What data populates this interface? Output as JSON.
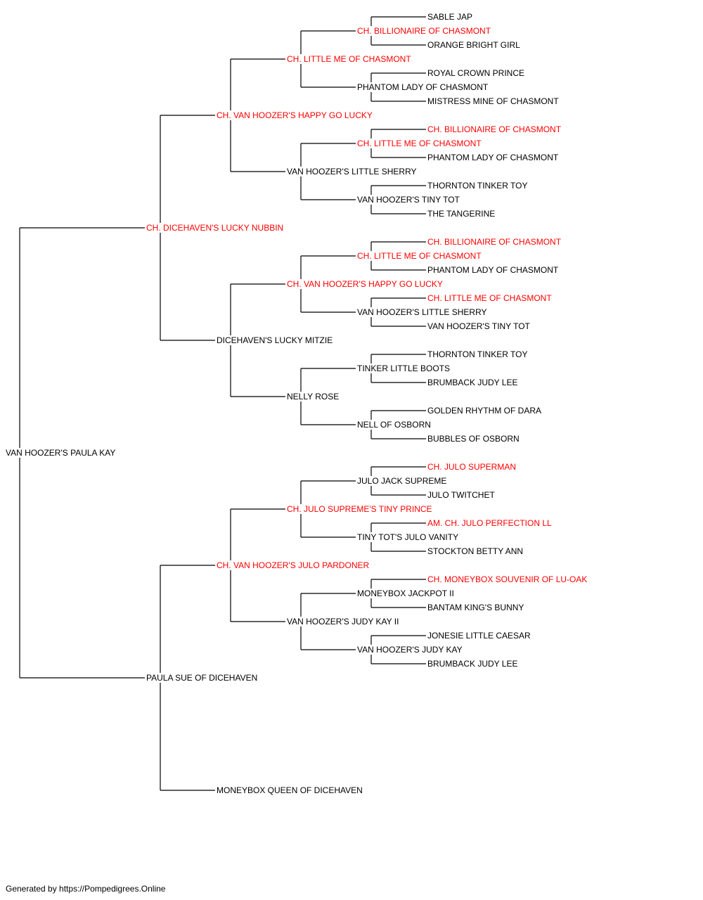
{
  "colors": {
    "champion": "#ff0000",
    "normal": "#000000",
    "line": "#000000"
  },
  "pedigree": {
    "name": "VAN HOOZER'S PAULA KAY",
    "ch": false,
    "sire": {
      "name": "CH. DICEHAVEN'S LUCKY NUBBIN",
      "ch": true,
      "sire": {
        "name": "CH. VAN HOOZER'S HAPPY GO LUCKY",
        "ch": true,
        "sire": {
          "name": "CH. LITTLE ME OF CHASMONT",
          "ch": true,
          "sire": {
            "name": "CH. BILLIONAIRE OF CHASMONT",
            "ch": true,
            "sire": {
              "name": "SABLE JAP",
              "ch": false
            },
            "dam": {
              "name": "ORANGE BRIGHT GIRL",
              "ch": false
            }
          },
          "dam": {
            "name": "PHANTOM LADY OF CHASMONT",
            "ch": false,
            "sire": {
              "name": "ROYAL CROWN PRINCE",
              "ch": false
            },
            "dam": {
              "name": "MISTRESS MINE OF CHASMONT",
              "ch": false
            }
          }
        },
        "dam": {
          "name": "VAN HOOZER'S LITTLE SHERRY",
          "ch": false,
          "sire": {
            "name": "CH. LITTLE ME OF CHASMONT",
            "ch": true,
            "sire": {
              "name": "CH. BILLIONAIRE OF CHASMONT",
              "ch": true
            },
            "dam": {
              "name": "PHANTOM LADY OF CHASMONT",
              "ch": false
            }
          },
          "dam": {
            "name": "VAN HOOZER'S TINY TOT",
            "ch": false,
            "sire": {
              "name": "THORNTON TINKER TOY",
              "ch": false
            },
            "dam": {
              "name": "THE TANGERINE",
              "ch": false
            }
          }
        }
      },
      "dam": {
        "name": "DICEHAVEN'S LUCKY MITZIE",
        "ch": false,
        "sire": {
          "name": "CH. VAN HOOZER'S HAPPY GO LUCKY",
          "ch": true,
          "sire": {
            "name": "CH. LITTLE ME OF CHASMONT",
            "ch": true,
            "sire": {
              "name": "CH. BILLIONAIRE OF CHASMONT",
              "ch": true
            },
            "dam": {
              "name": "PHANTOM LADY OF CHASMONT",
              "ch": false
            }
          },
          "dam": {
            "name": "VAN HOOZER'S LITTLE SHERRY",
            "ch": false,
            "sire": {
              "name": "CH. LITTLE ME OF CHASMONT",
              "ch": true
            },
            "dam": {
              "name": "VAN HOOZER'S TINY TOT",
              "ch": false
            }
          }
        },
        "dam": {
          "name": "NELLY ROSE",
          "ch": false,
          "sire": {
            "name": "TINKER LITTLE BOOTS",
            "ch": false,
            "sire": {
              "name": "THORNTON TINKER TOY",
              "ch": false
            },
            "dam": {
              "name": "BRUMBACK JUDY LEE",
              "ch": false
            }
          },
          "dam": {
            "name": "NELL OF OSBORN",
            "ch": false,
            "sire": {
              "name": "GOLDEN RHYTHM OF DARA",
              "ch": false
            },
            "dam": {
              "name": "BUBBLES OF OSBORN",
              "ch": false
            }
          }
        }
      }
    },
    "dam": {
      "name": "PAULA SUE OF DICEHAVEN",
      "ch": false,
      "sire": {
        "name": "CH. VAN HOOZER'S JULO PARDONER",
        "ch": true,
        "sire": {
          "name": "CH. JULO SUPREME'S TINY PRINCE",
          "ch": true,
          "sire": {
            "name": "JULO JACK SUPREME",
            "ch": false,
            "sire": {
              "name": "CH. JULO SUPERMAN",
              "ch": true
            },
            "dam": {
              "name": "JULO TWITCHET",
              "ch": false
            }
          },
          "dam": {
            "name": "TINY TOT'S JULO VANITY",
            "ch": false,
            "sire": {
              "name": "AM. CH. JULO PERFECTION LL",
              "ch": true
            },
            "dam": {
              "name": "STOCKTON BETTY ANN",
              "ch": false
            }
          }
        },
        "dam": {
          "name": "VAN HOOZER'S JUDY KAY II",
          "ch": false,
          "sire": {
            "name": "MONEYBOX JACKPOT II",
            "ch": false,
            "sire": {
              "name": "CH. MONEYBOX SOUVENIR OF LU-OAK",
              "ch": true
            },
            "dam": {
              "name": "BANTAM KING'S BUNNY",
              "ch": false
            }
          },
          "dam": {
            "name": "VAN HOOZER'S JUDY KAY",
            "ch": false,
            "sire": {
              "name": "JONESIE LITTLE CAESAR",
              "ch": false
            },
            "dam": {
              "name": "BRUMBACK JUDY LEE",
              "ch": false
            }
          }
        }
      },
      "dam": {
        "name": "MONEYBOX QUEEN OF DICEHAVEN",
        "ch": false
      }
    }
  },
  "footer": "Generated by https://Pompedigrees.Online"
}
